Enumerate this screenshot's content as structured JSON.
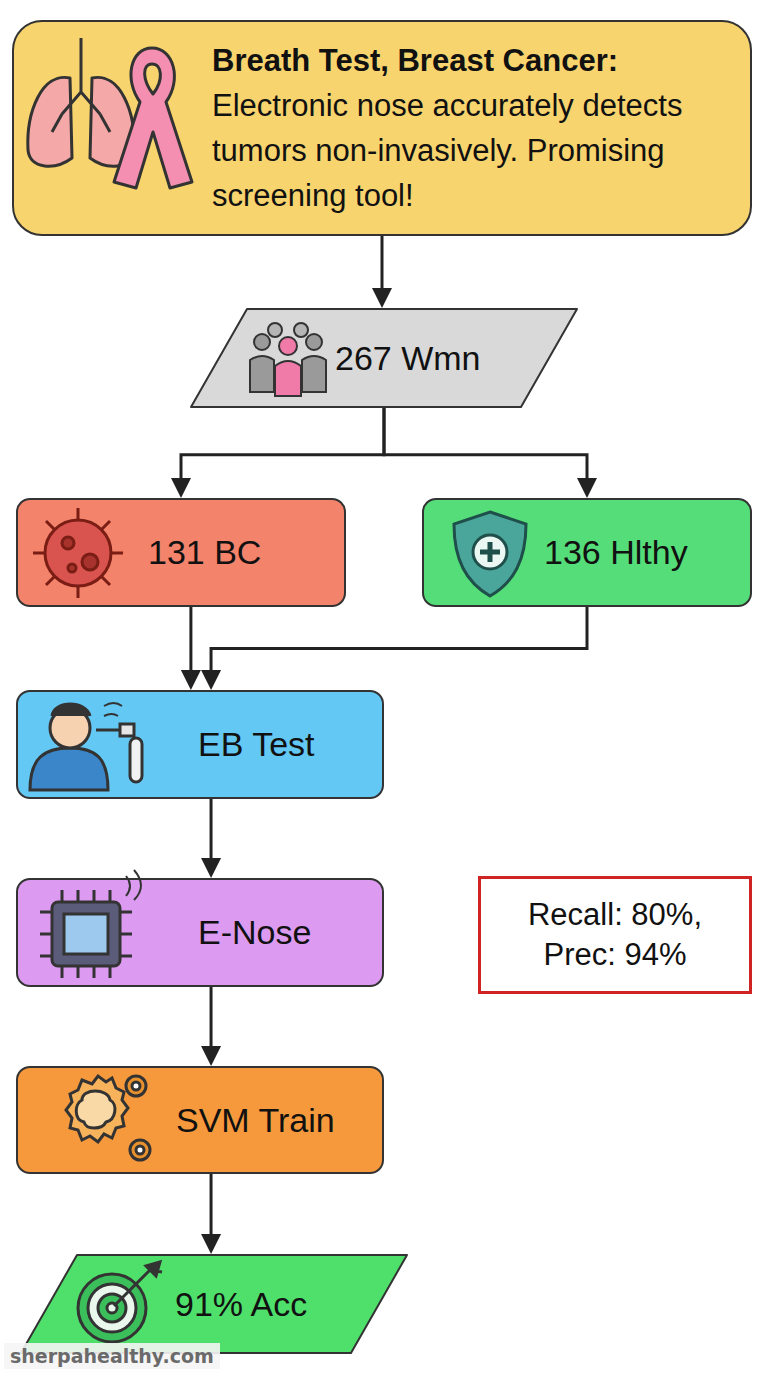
{
  "diagram": {
    "nodes": [
      {
        "text": [
          "Breath Test, Breast Cancer:",
          "Electronic nose accurately detects tumors non-invasively. Promising screening tool!"
        ]
      },
      {
        "text": [
          "267 Wmn"
        ]
      },
      {
        "text": [
          "131 BC"
        ]
      },
      {
        "text": [
          "136 Hlthy"
        ]
      },
      {
        "text": [
          "EB Test"
        ]
      },
      {
        "text": [
          "E-Nose"
        ]
      },
      {
        "text": [
          "Recall: 80%, Prec: 94%"
        ]
      },
      {
        "text": [
          "SVM Train"
        ]
      },
      {
        "text": [
          "91% Acc"
        ]
      }
    ],
    "edges": [
      {
        "from": 0,
        "to": 1,
        "arrow": "to"
      },
      {
        "from": 1,
        "to": 2,
        "arrow": "to"
      },
      {
        "from": 1,
        "to": 3,
        "arrow": "to"
      },
      {
        "from": 2,
        "to": 4,
        "arrow": "to"
      },
      {
        "from": 3,
        "to": 4,
        "arrow": "to"
      },
      {
        "from": 4,
        "to": 5,
        "arrow": "to"
      },
      {
        "from": 5,
        "to": 7,
        "arrow": "to"
      },
      {
        "from": 7,
        "to": 8,
        "arrow": "to"
      }
    ],
    "labels": [
      "sherpahealthy.com"
    ]
  }
}
